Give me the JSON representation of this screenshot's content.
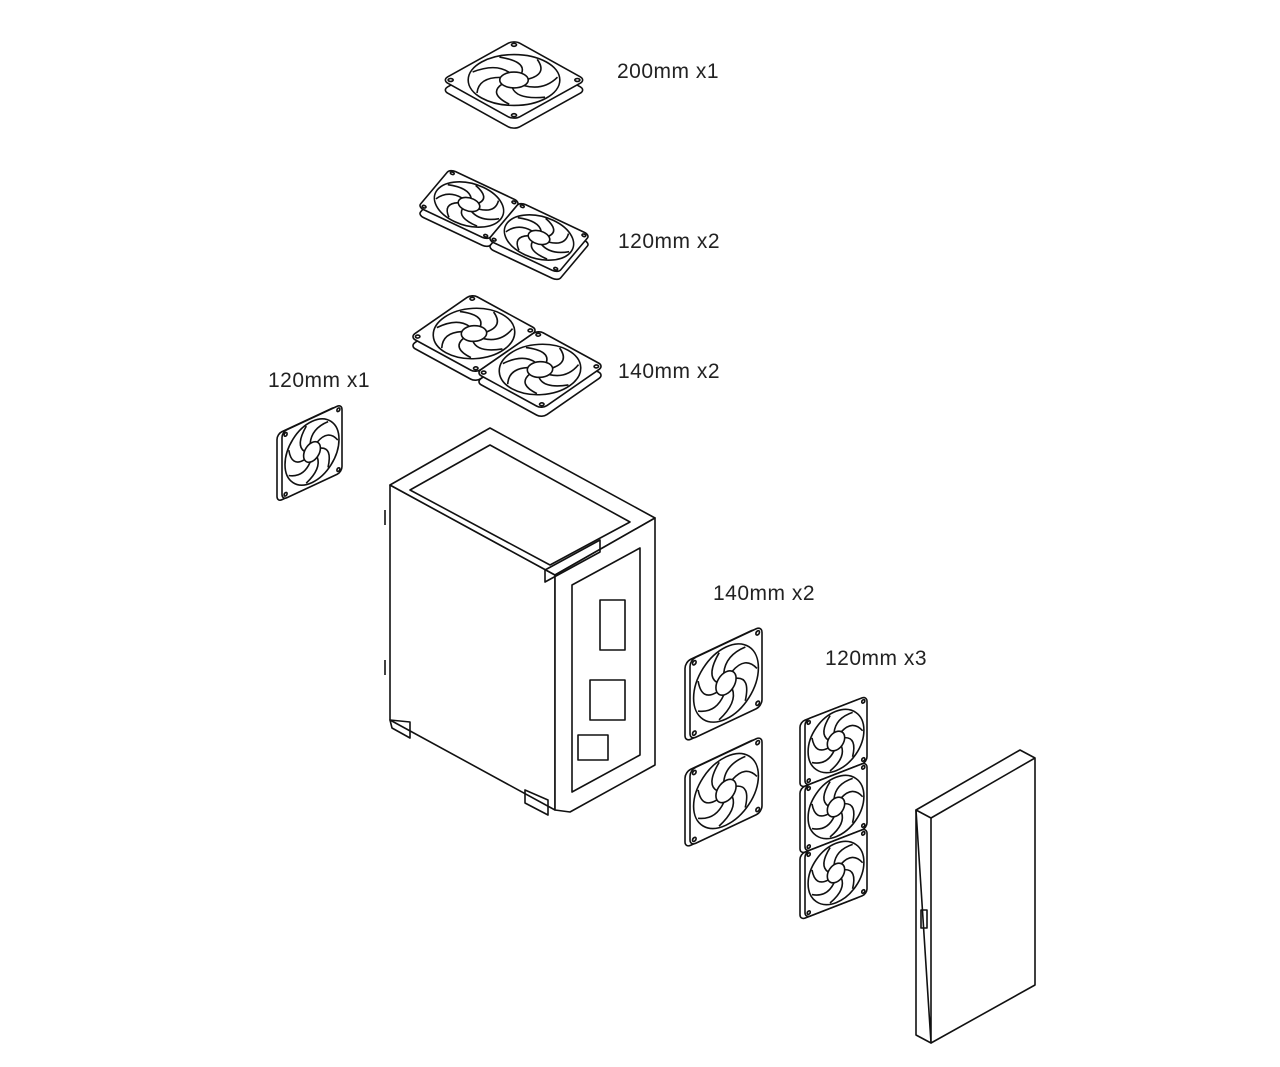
{
  "diagram": {
    "labels": {
      "top_200": "200mm x1",
      "top_120": "120mm x2",
      "top_140": "140mm x2",
      "rear_120": "120mm x1",
      "front_140": "140mm x2",
      "front_120": "120mm x3"
    },
    "colors": {
      "line": "#111111",
      "text": "#222222",
      "background": "#ffffff"
    }
  }
}
